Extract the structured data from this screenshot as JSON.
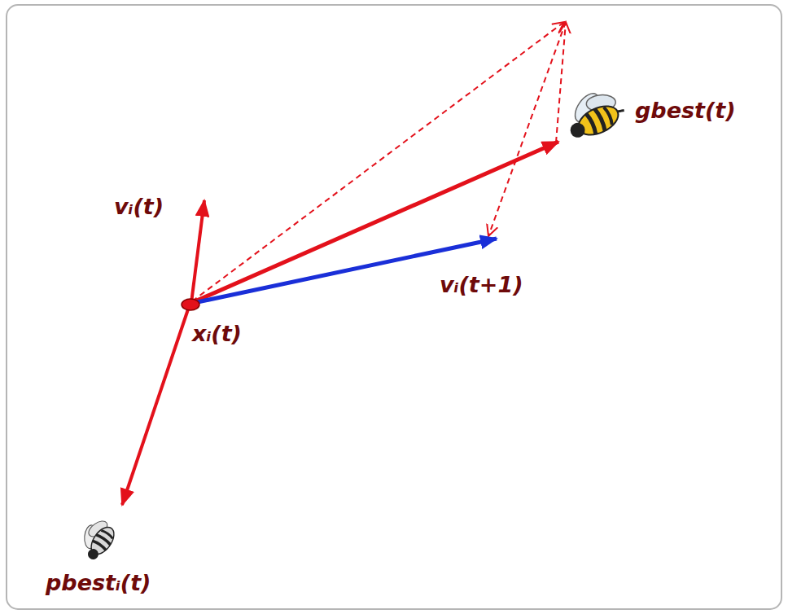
{
  "diagram": {
    "labels": [
      "vᵢ(t)",
      "xᵢ(t)",
      "gbest(t)",
      "vᵢ(t+1)",
      "pbestᵢ(t)"
    ]
  }
}
